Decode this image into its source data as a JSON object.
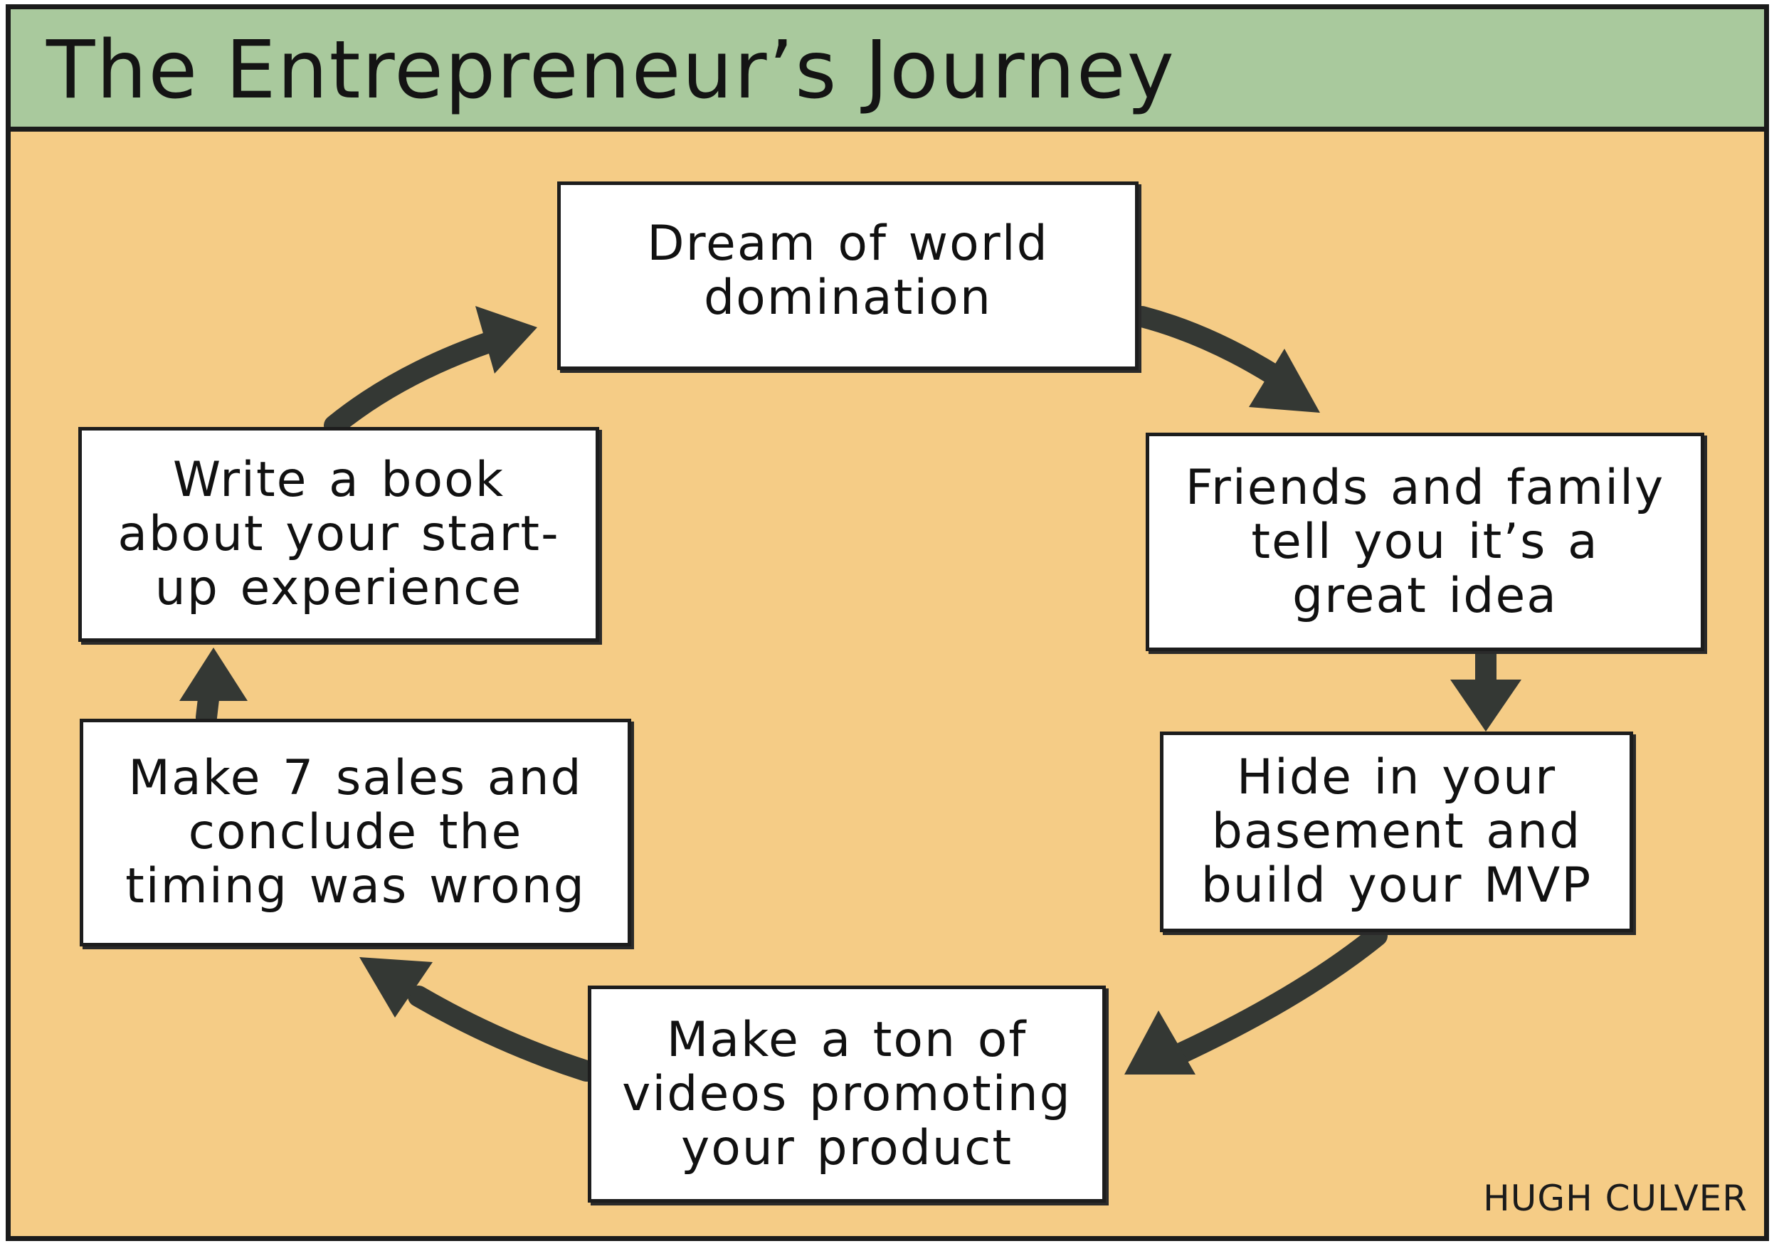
{
  "header": {
    "title": "The Entrepreneur’s Journey"
  },
  "cycle": {
    "steps": [
      {
        "label": "Dream of world\ndomination"
      },
      {
        "label": "Friends and family\ntell you it’s a\ngreat idea"
      },
      {
        "label": "Hide in your\nbasement and\nbuild your MVP"
      },
      {
        "label": "Make a ton of\nvideos promoting\nyour product"
      },
      {
        "label": "Make 7 sales and\nconclude the\ntiming was wrong"
      },
      {
        "label": "Write a book\nabout your start-\nup experience"
      }
    ]
  },
  "signature": "HUGH CULVER",
  "colors": {
    "header_background": "#a9c99d",
    "panel_background": "#f5cc86",
    "arrow": "#343834",
    "box_background": "#ffffff",
    "outline": "#1b1b1b"
  }
}
